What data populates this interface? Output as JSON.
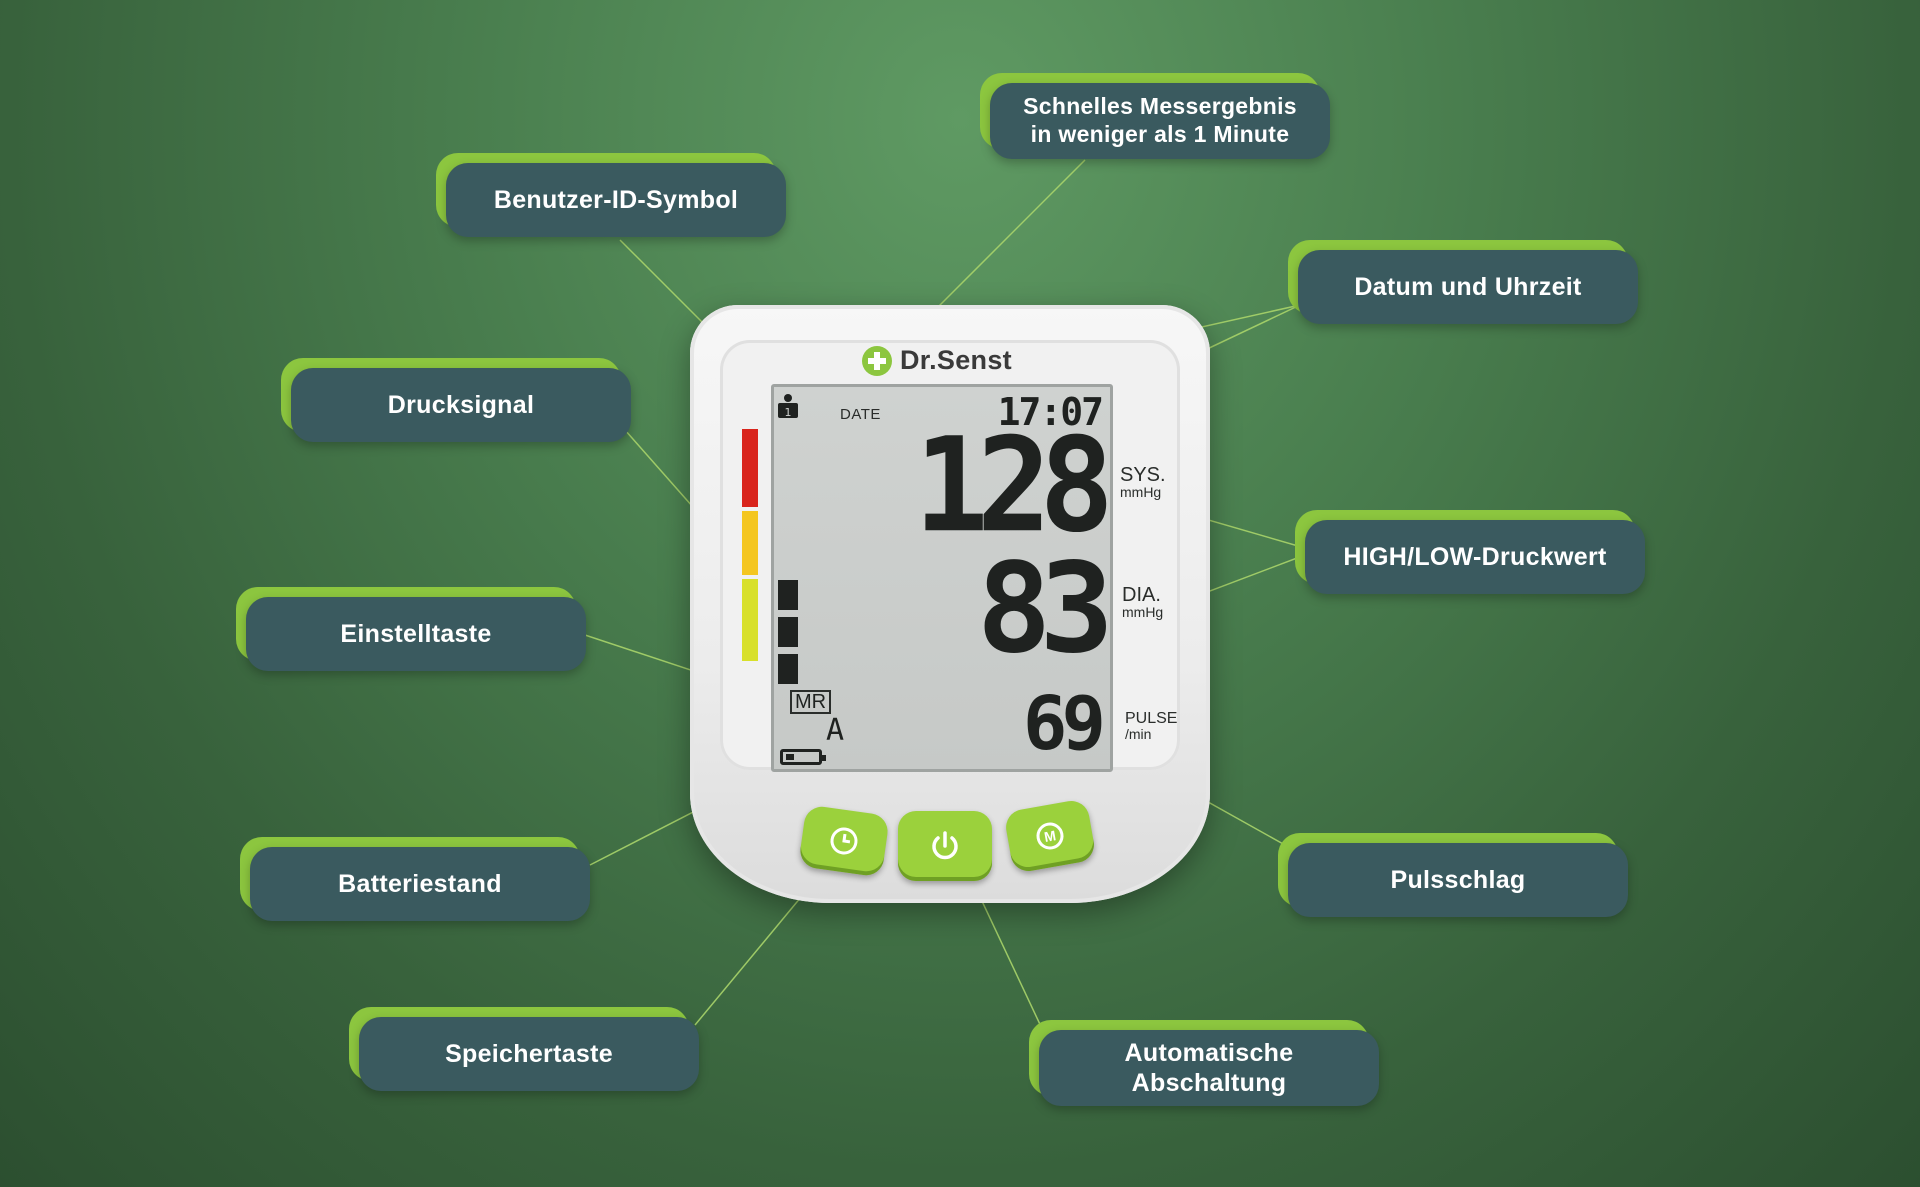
{
  "device": {
    "brand": "Dr.Senst",
    "date_label": "DATE",
    "time": "17:07",
    "systolic": "128",
    "diastolic": "83",
    "pulse": "69",
    "sys_label": "SYS.",
    "dia_label": "DIA.",
    "pressure_unit": "mmHg",
    "pulse_label": "PULSE",
    "pulse_unit": "/min",
    "memory_label": "MR",
    "user_letter": "A",
    "user_id": "1",
    "pressure_bars_lit": 3,
    "buttons": [
      "clock-icon",
      "power-icon",
      "memory-icon"
    ]
  },
  "callouts": {
    "user_id_symbol": "Benutzer-ID-Symbol",
    "fast_result_line1": "Schnelles Messergebnis",
    "fast_result_line2": "in weniger als 1 Minute",
    "date_time": "Datum und Uhrzeit",
    "pressure_signal": "Drucksignal",
    "high_low": "HIGH/LOW-Druckwert",
    "set_button": "Einstelltaste",
    "battery": "Batteriestand",
    "pulse": "Pulsschlag",
    "memory_button": "Speichertaste",
    "auto_off_line1": "Automatische",
    "auto_off_line2": "Abschaltung"
  },
  "colors": {
    "accent": "#8cc63f",
    "pill": "#3a5a5f",
    "button": "#9bd13c",
    "indicator_red": "#d9241c",
    "indicator_yellow": "#f4c61f",
    "indicator_green": "#d8e02a"
  }
}
